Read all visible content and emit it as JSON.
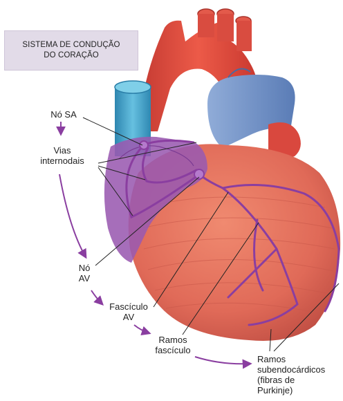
{
  "title": {
    "line1": "SISTEMA DE CONDUÇÃO",
    "line2": "DO CORAÇÃO"
  },
  "labels": {
    "sa_node": "Nó SA",
    "internodal_1": "Vias",
    "internodal_2": "internodais",
    "av_node_1": "Nó",
    "av_node_2": "AV",
    "av_bundle_1": "Fascículo",
    "av_bundle_2": "AV",
    "bundle_branches_1": "Ramos",
    "bundle_branches_2": "fascículo",
    "purkinje_1": "Ramos",
    "purkinje_2": "subendocárdicos",
    "purkinje_3": "(fibras de",
    "purkinje_4": "Purkinje)"
  },
  "colors": {
    "pathway": "#8a3ea0",
    "pathway_fill": "#b57acc",
    "muscle": "#e06a58",
    "aorta": "#e0443a",
    "vein": "#6d8fc4",
    "vena_cava": "#4fa6c9",
    "title_bg": "#e2dbe8"
  }
}
